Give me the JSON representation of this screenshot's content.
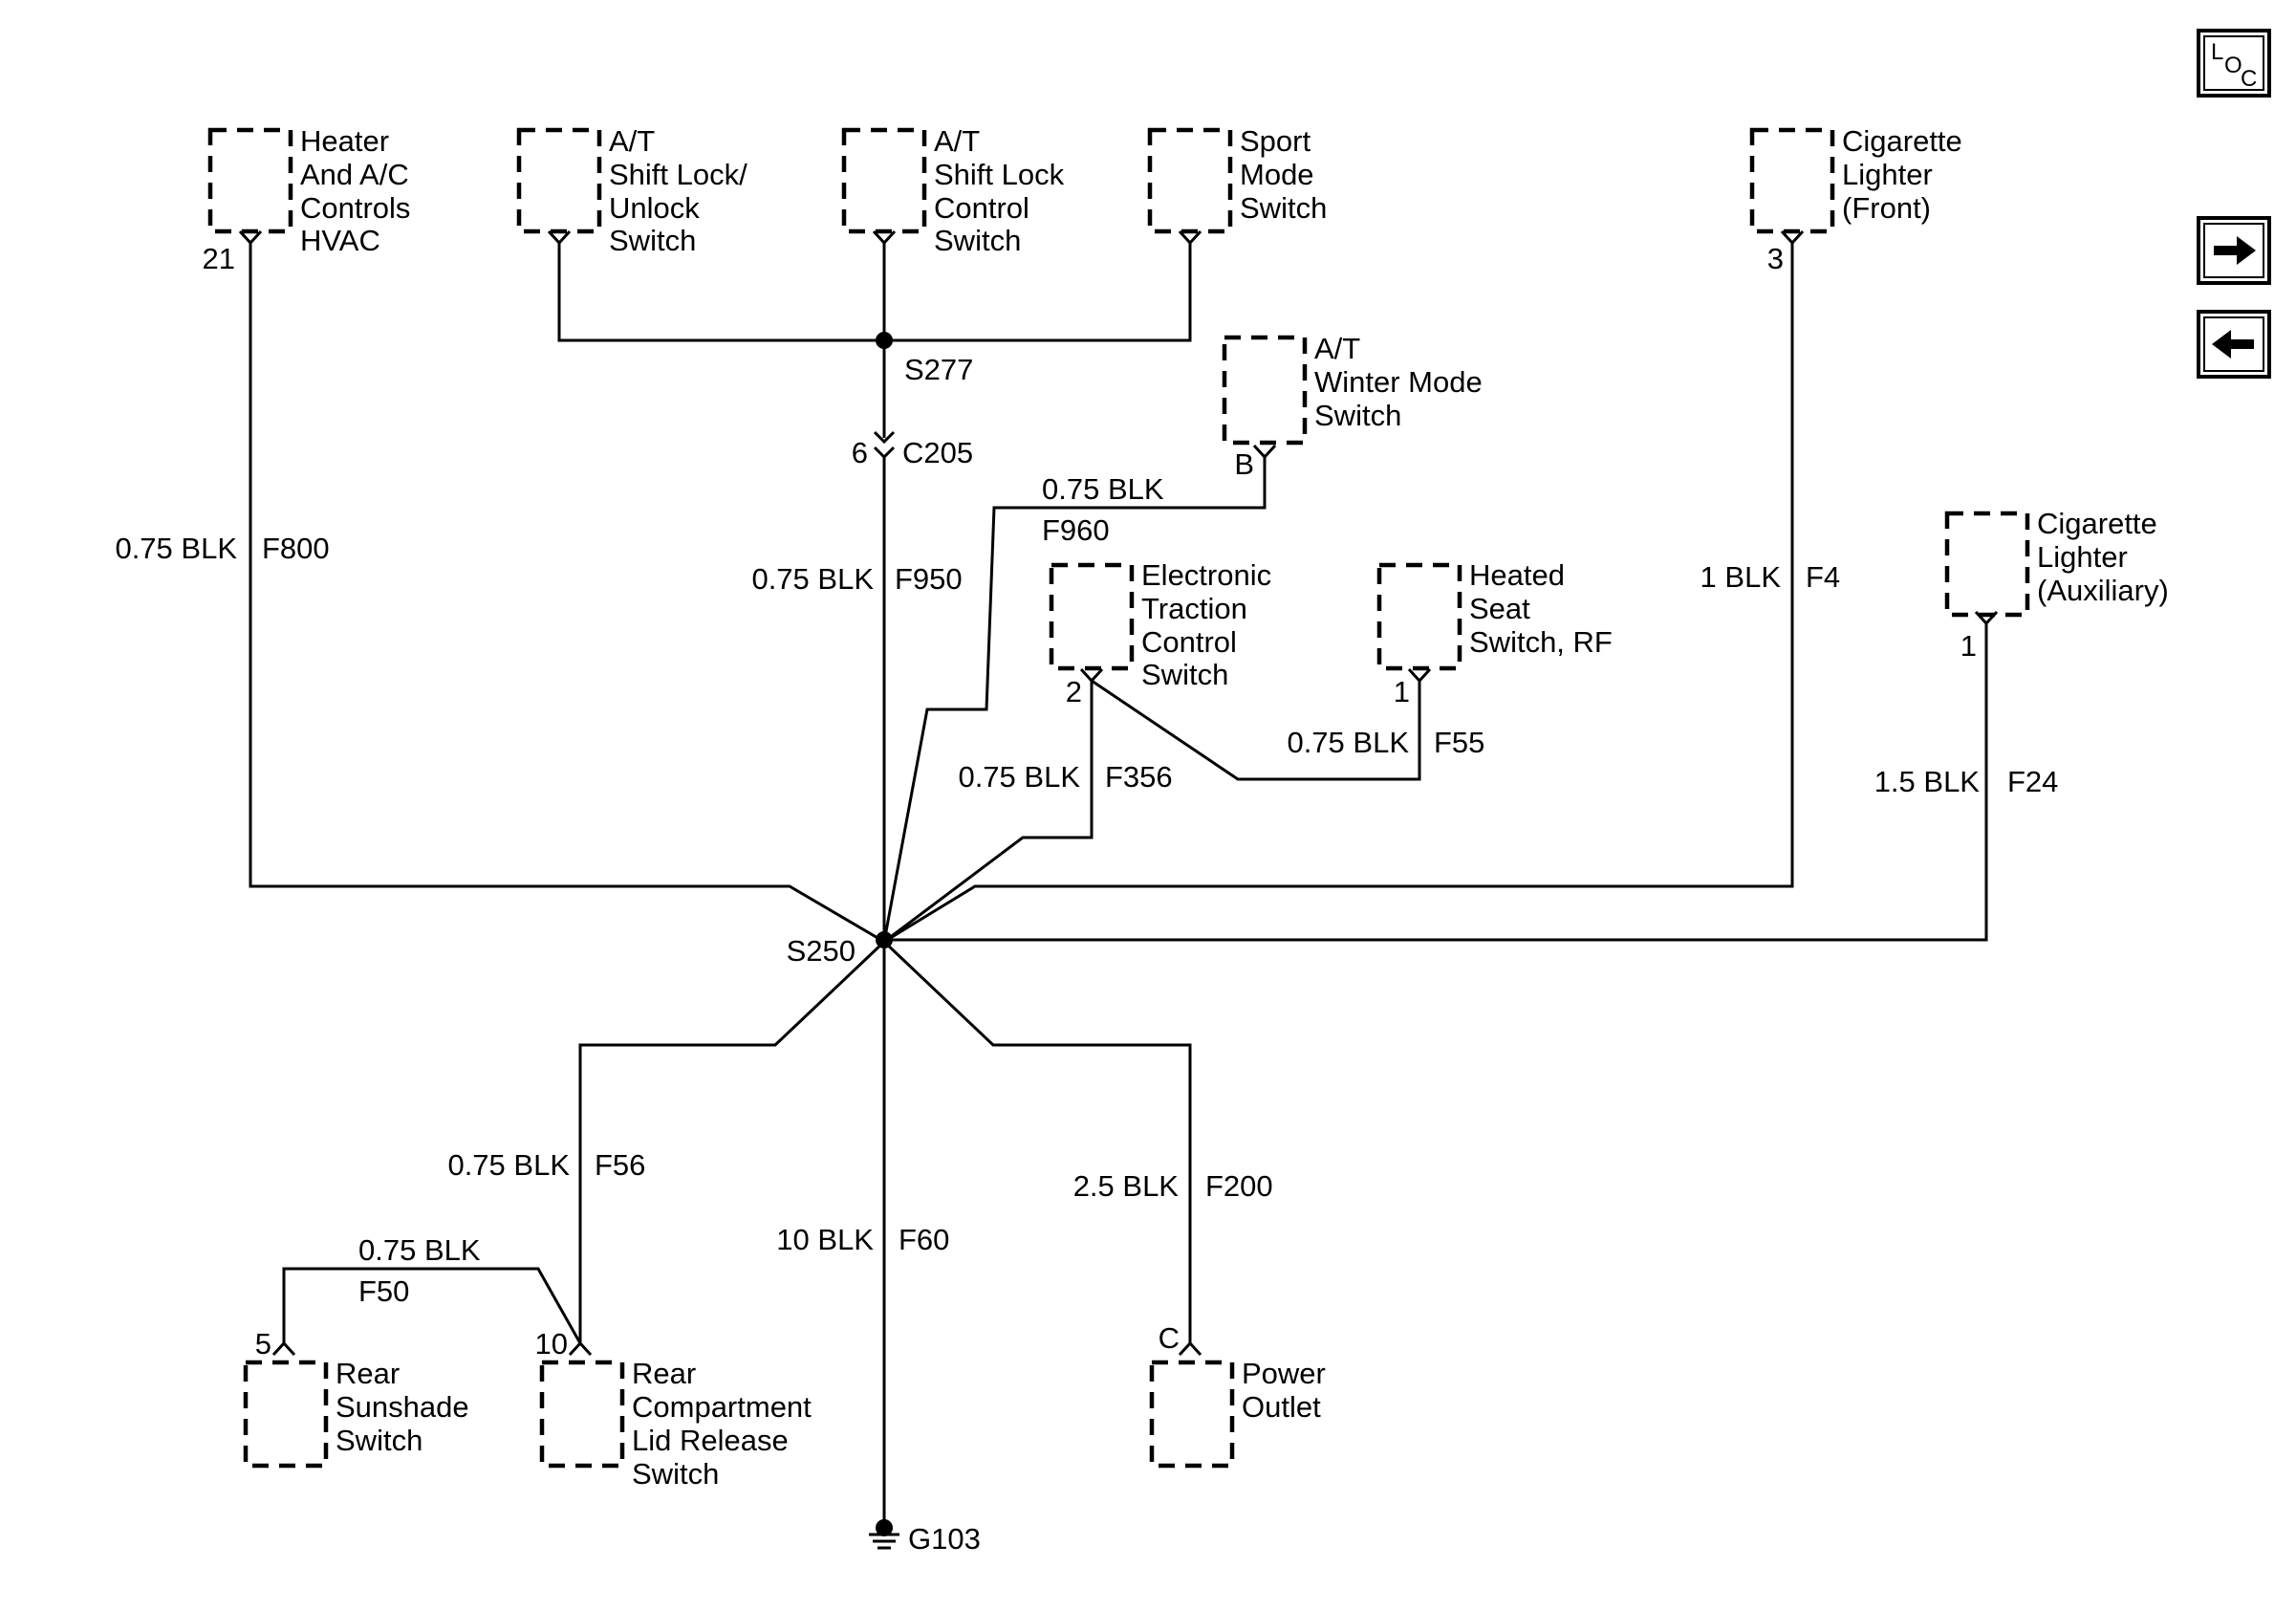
{
  "nav": {
    "loc_letters": [
      "L",
      "O",
      "C"
    ],
    "next_icon": "arrow-right-icon",
    "prev_icon": "arrow-left-icon"
  },
  "components": {
    "hvac": [
      "Heater",
      "And A/C",
      "Controls",
      "HVAC"
    ],
    "shift_lock_unlock": [
      "A/T",
      "Shift Lock/",
      "Unlock",
      "Switch"
    ],
    "shift_lock_control": [
      "A/T",
      "Shift Lock",
      "Control",
      "Switch"
    ],
    "sport_mode": [
      "Sport",
      "Mode",
      "Switch"
    ],
    "winter_mode": [
      "A/T",
      "Winter Mode",
      "Switch"
    ],
    "traction_control": [
      "Electronic",
      "Traction",
      "Control",
      "Switch"
    ],
    "heated_seat": [
      "Heated",
      "Seat",
      "Switch, RF"
    ],
    "lighter_front": [
      "Cigarette",
      "Lighter",
      "(Front)"
    ],
    "lighter_aux": [
      "Cigarette",
      "Lighter",
      "(Auxiliary)"
    ],
    "rear_sunshade": [
      "Rear",
      "Sunshade",
      "Switch"
    ],
    "rear_compartment": [
      "Rear",
      "Compartment",
      "Lid Release",
      "Switch"
    ],
    "power_outlet": [
      "Power",
      "Outlet"
    ]
  },
  "pins": {
    "hvac": "21",
    "lighter_front": "3",
    "winter_mode": "B",
    "traction_control": "2",
    "heated_seat": "1",
    "lighter_aux": "1",
    "rear_sunshade": "5",
    "rear_compartment": "10",
    "power_outlet": "C",
    "c205": "6"
  },
  "splices": {
    "s277": "S277",
    "s250": "S250"
  },
  "connector": "C205",
  "ground": "G103",
  "wires": {
    "f800": {
      "gauge": "0.75 BLK",
      "circuit": "F800"
    },
    "f950": {
      "gauge": "0.75 BLK",
      "circuit": "F950"
    },
    "f960": {
      "gauge": "0.75 BLK",
      "circuit": "F960"
    },
    "f356": {
      "gauge": "0.75 BLK",
      "circuit": "F356"
    },
    "f55": {
      "gauge": "0.75 BLK",
      "circuit": "F55"
    },
    "f4": {
      "gauge": "1 BLK",
      "circuit": "F4"
    },
    "f24": {
      "gauge": "1.5 BLK",
      "circuit": "F24"
    },
    "f56": {
      "gauge": "0.75 BLK",
      "circuit": "F56"
    },
    "f50": {
      "gauge": "0.75 BLK",
      "circuit": "F50"
    },
    "f60": {
      "gauge": "10 BLK",
      "circuit": "F60"
    },
    "f200": {
      "gauge": "2.5 BLK",
      "circuit": "F200"
    }
  }
}
